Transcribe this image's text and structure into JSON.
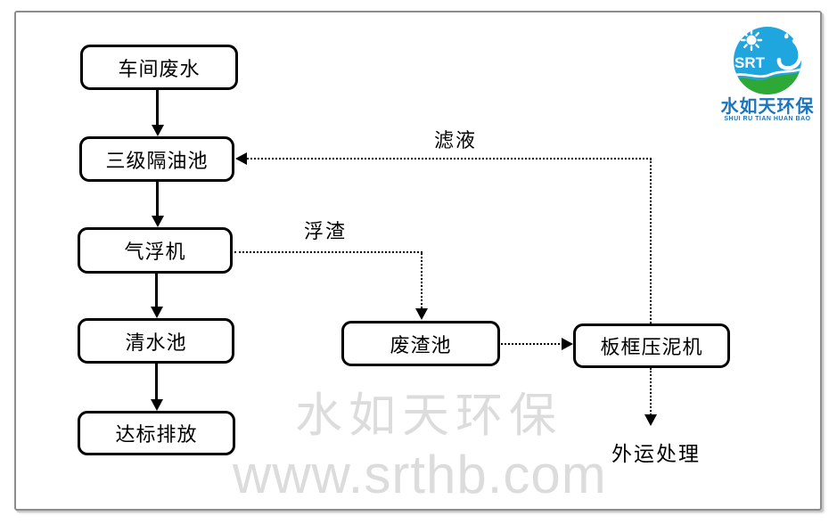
{
  "diagram": {
    "title_hint": "wastewater treatment process flowchart",
    "nodes": [
      {
        "id": "workshop-wastewater",
        "label": "车间废水"
      },
      {
        "id": "three-stage-oil-separator",
        "label": "三级隔油池"
      },
      {
        "id": "air-flotation-machine",
        "label": "气浮机"
      },
      {
        "id": "clear-water-tank",
        "label": "清水池"
      },
      {
        "id": "standard-discharge",
        "label": "达标排放"
      },
      {
        "id": "waste-residue-pool",
        "label": "废渣池"
      },
      {
        "id": "plate-frame-sludge-press",
        "label": "板框压泥机"
      }
    ],
    "edge_labels": {
      "scum": "浮渣",
      "filtrate": "滤液"
    },
    "terminal": {
      "offsite_disposal": "外运处理"
    },
    "line_color": "#000000"
  },
  "logo": {
    "acronym": "SRT",
    "name_cn": "水如天环保",
    "name_en": "SHUI RU TIAN HUAN BAO",
    "circle_blue": "#1fa6df",
    "wave_green": "#2ea836",
    "text_blue": "#1b75bc"
  },
  "watermark": {
    "cn": "水如天环保",
    "url": "www.srthb.com",
    "color": "#dcdcdc"
  }
}
